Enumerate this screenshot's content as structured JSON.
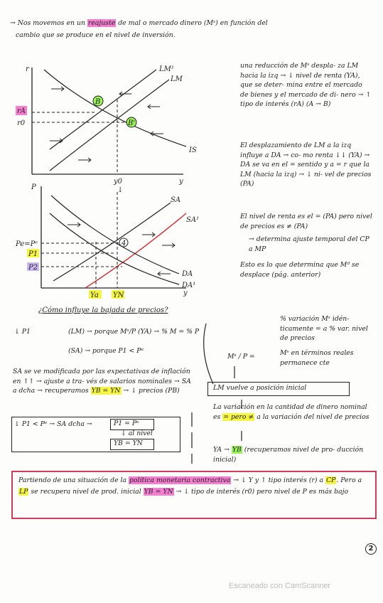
{
  "header": {
    "line1_a": "→ Nos movemos en un ",
    "line1_hl": "reajuste",
    "line1_b": " de mal o mercado dinero (Mˢ) en función del",
    "line2": "cambio que se produce en el nivel de inversión."
  },
  "graph1": {
    "axis_y": "r",
    "axis_x": "y",
    "curves": {
      "lm1": "LM¹",
      "lm": "LM",
      "is": "IS"
    },
    "points": {
      "b": "B",
      "b_prime": "B'"
    },
    "ticks": {
      "r_a": "rA",
      "r0": "r0",
      "y0": "y0"
    }
  },
  "graph2": {
    "axis_y": "P",
    "axis_x": "y",
    "curves": {
      "sa": "SA",
      "sa1": "SA¹",
      "da": "DA",
      "da1": "DA¹"
    },
    "point": "4",
    "ticks": {
      "pe": "Pe=Pᵉ",
      "p1": "P1",
      "p2": "P2",
      "ya": "Ya",
      "yb": "YN"
    }
  },
  "right_notes": {
    "para1": "una reducción de Mˢ despla- za LM hacia la izq → ↓ nivel de renta (YA), que se deter- mina entre el mercado de bienes y el mercado de di- nero → ↑ tipo de interés (rA) (A → B)",
    "para2": "El desplazamiento de LM a la izq influye a DA → co- mo renta ↓↓ (YA) → DA se va en el = sentido y a = r que la LM (hacia la izq) → ↓ ni- vel de precios (PA)",
    "para3": "El nivel de renta es el = (PA) pero nivel de precios es ≠ (PA)",
    "para4": "→ determina ajuste temporal del CP a MP",
    "para5": "Esto es lo que determina que Mᵈ se desplace (pág. anterior)"
  },
  "section": {
    "title": "¿Cómo influye la bajada de precios?",
    "note_right": "% variación Mˢ idén- ticamente = a % var. nivel de precios",
    "chain1_a": "↓ P1",
    "chain1_b": "(LM) → porque Mˢ/P (YA) → % M = % P",
    "chain2": "(SA) → porque P1 < Pᵉ",
    "ms_p": "Mˢ / P =",
    "ms_note": "Mˢ en términos reales permanece cte",
    "sa_para": "SA se ve modificada por las expectativas de inflación en ↑↑ → ajuste a tra- vés de salarios nominales → SA a dcha → recuperamos",
    "sa_para_hl": "YB = YN",
    "sa_para_end": "→ ↓ precios (PB)",
    "box1_a": "↓ P1 < Pᵉ → SA dcha →",
    "box1_b": "P1 = Pᵉ",
    "box1_c": "↓ al nivel",
    "box1_d": "YB = YN",
    "lm_box": "LM vuelve a posición inicial",
    "lm_para_a": "La variación en la cantidad de dinero nominal es ",
    "lm_para_hl": "= pero ≠",
    "lm_para_b": " a la variación del nivel de precios",
    "ya_a": "YA →",
    "ya_hl": "YB",
    "ya_b": "(recuperamos nivel de pro- ducción inicial)"
  },
  "conclusion": {
    "a": "Partiendo de una situación de la ",
    "hl_pink": "política monetaria contractiva",
    "b": " → ↓ Y y ↑ tipo interés (r) a ",
    "hl_cp": "CP",
    "c": ". Pero a ",
    "hl_lp": "LP",
    "d": " se recupera nivel de prod. inicial ",
    "hl_y": "YB = YN",
    "e": " → ↓ tipo de interés (r0) pero nivel de P es más bajo"
  },
  "page_number": "2",
  "watermark": "Escaneado con CamScanner",
  "colors": {
    "pink": "#f47fd0",
    "yellow": "#f5f542",
    "green": "#9af25a",
    "purple": "#cbb6f2",
    "red": "#d7262d",
    "red_box": "#d33a5a"
  }
}
